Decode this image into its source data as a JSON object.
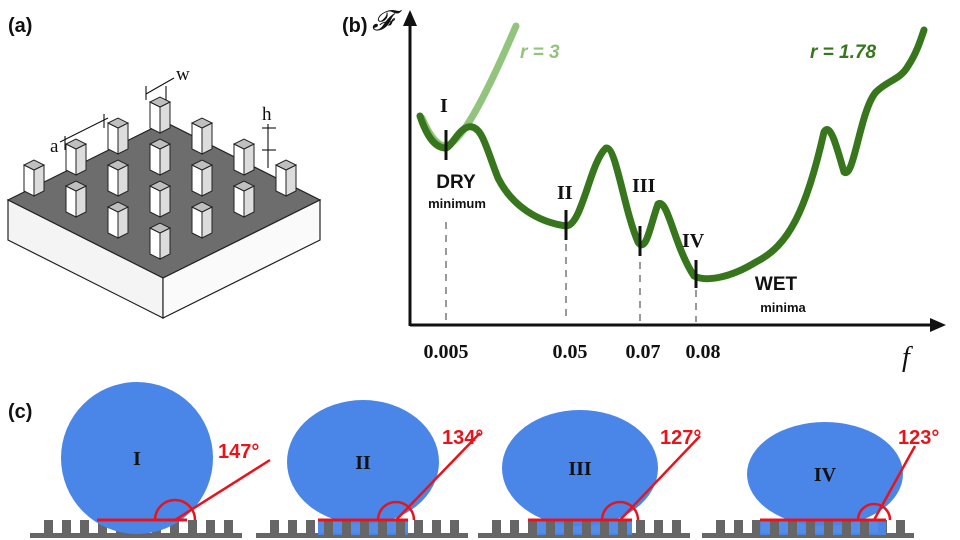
{
  "panels": {
    "a": "(a)",
    "b": "(b)",
    "c": "(c)"
  },
  "dimensions": {
    "w": "w",
    "h": "h",
    "a": "a"
  },
  "graph": {
    "y_axis_label": "𝓕",
    "x_axis_label": "f",
    "ticks": [
      "0.005",
      "0.05",
      "0.07",
      "0.08"
    ],
    "curves": [
      {
        "label": "r = 3",
        "color": "#93c47d"
      },
      {
        "label": "r = 1.78",
        "color": "#38761d"
      }
    ],
    "states": [
      "I",
      "II",
      "III",
      "IV"
    ],
    "dry": {
      "title": "DRY",
      "sub": "minimum"
    },
    "wet": {
      "title": "WET",
      "sub": "minima"
    }
  },
  "drops": [
    {
      "state": "I",
      "angle": "147°"
    },
    {
      "state": "II",
      "angle": "134°"
    },
    {
      "state": "III",
      "angle": "127°"
    },
    {
      "state": "IV",
      "angle": "123°"
    }
  ],
  "colors": {
    "drop": "#4a86e8",
    "red": "#e8141c",
    "post": "#666666"
  }
}
